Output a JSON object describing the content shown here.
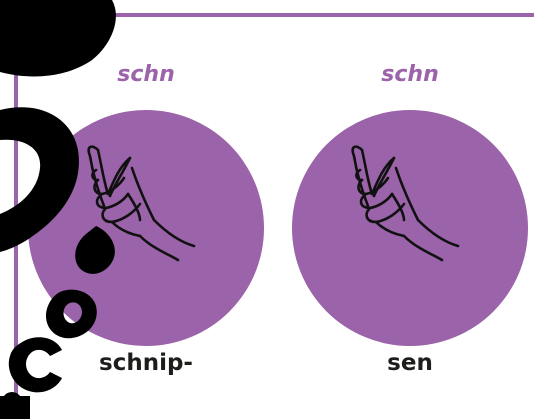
{
  "accent_color": "#9b63a9",
  "cards": [
    {
      "syllable_label": "schn",
      "icon": "snapping-fingers-hand-icon",
      "word_part": "schnip-"
    },
    {
      "syllable_label": "schn",
      "icon": "snapping-fingers-hand-icon",
      "word_part": "sen"
    }
  ]
}
